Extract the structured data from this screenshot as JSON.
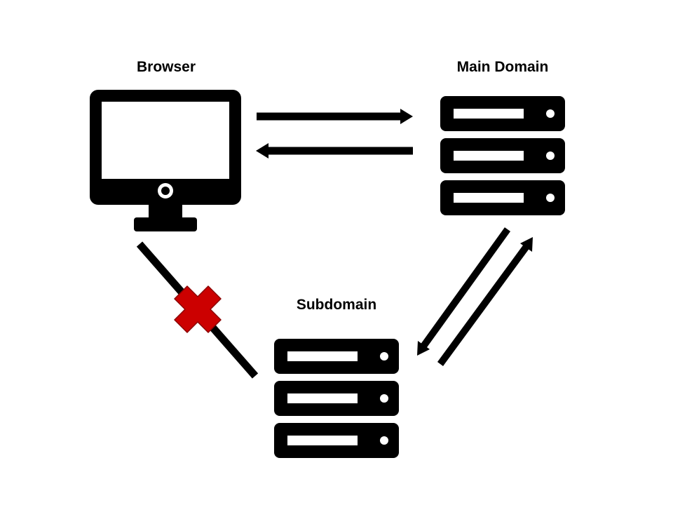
{
  "nodes": {
    "browser": {
      "label": "Browser"
    },
    "main_domain": {
      "label": "Main Domain"
    },
    "subdomain": {
      "label": "Subdomain"
    }
  },
  "connections": [
    {
      "from": "browser",
      "to": "main_domain",
      "status": "allowed"
    },
    {
      "from": "main_domain",
      "to": "browser",
      "status": "allowed"
    },
    {
      "from": "main_domain",
      "to": "subdomain",
      "status": "allowed"
    },
    {
      "from": "subdomain",
      "to": "main_domain",
      "status": "allowed"
    },
    {
      "from": "browser",
      "to": "subdomain",
      "status": "blocked"
    }
  ],
  "colors": {
    "icon": "#000000",
    "blocked_mark": "#cc0000",
    "blocked_mark_outline": "#8a0000"
  },
  "icons": {
    "browser": "monitor-icon",
    "main_domain": "server-icon",
    "subdomain": "server-icon",
    "blocked": "red-x-icon"
  }
}
